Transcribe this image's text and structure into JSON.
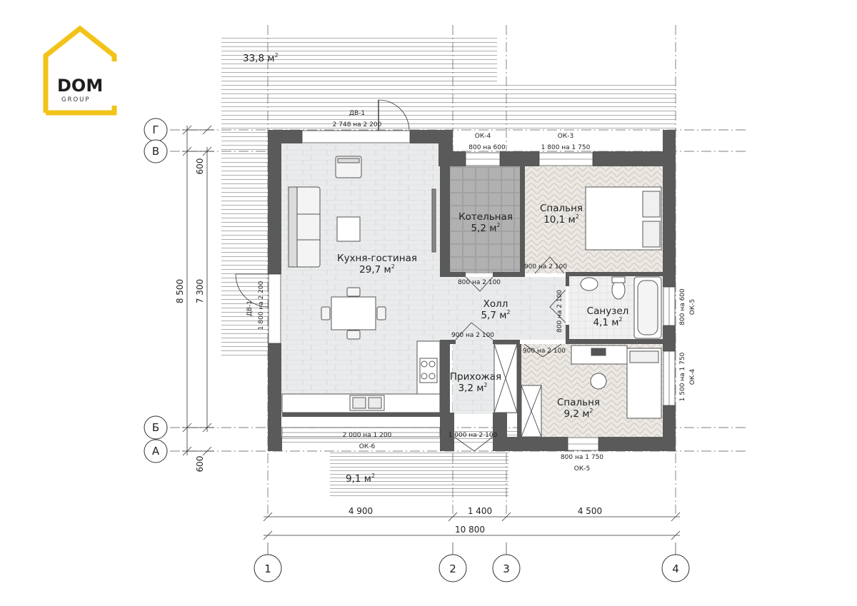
{
  "logo": {
    "brand": "DOM",
    "sub": "GROUP",
    "accent": "#f2c318"
  },
  "terraces": {
    "top_area": "33,8 м",
    "bottom_area": "9,1 м"
  },
  "area_unit_sup": "2",
  "rooms": {
    "kitchen": {
      "name": "Кухня-гостиная",
      "area": "29,7 м"
    },
    "boiler": {
      "name": "Котельная",
      "area": "5,2 м"
    },
    "bedroom1": {
      "name": "Спальня",
      "area": "10,1 м"
    },
    "hall": {
      "name": "Холл",
      "area": "5,7 м"
    },
    "bathroom": {
      "name": "Санузел",
      "area": "4,1 м"
    },
    "entry": {
      "name": "Прихожая",
      "area": "3,2 м"
    },
    "bedroom2": {
      "name": "Спальня",
      "area": "9,2 м"
    }
  },
  "openings": {
    "dv1_top_code": "ДВ-1",
    "dv1_top_size": "2 748 на 2 200",
    "dv1_left_code": "ДВ-1",
    "dv1_left_size": "1 800 на 2 200",
    "ok4_top_code": "ОК-4",
    "ok4_top_size": "800 на 600",
    "ok3_code": "ОК-3",
    "ok3_size": "1 800 на 1 750",
    "ok5_right_size": "800 на 600",
    "ok5_right_code": "ОК-5",
    "ok4_right_size": "1 500 на 1 750",
    "ok4_right_code": "ОК-4",
    "ok6_size": "2 000 на 1 200",
    "ok6_code": "ОК-6",
    "entry_door": "1 000 на 2 100",
    "ok5_bottom_size": "800 на 1 750",
    "ok5_bottom_code": "ОК-5",
    "d_boiler": "800 на 2 100",
    "d_bedroom1": "900 на 2 100",
    "d_bath": "800 на 2 100",
    "d_entry": "900 на 2 100",
    "d_bedroom2": "900 на 2 100"
  },
  "axes": {
    "rows": [
      "Г",
      "В",
      "Б",
      "А"
    ],
    "cols": [
      "1",
      "2",
      "3",
      "4"
    ]
  },
  "dimensions": {
    "vertical_total": "8 500",
    "vertical_inner": "7 300",
    "top_offset": "600",
    "bottom_offset": "600",
    "seg1": "4 900",
    "seg2": "1 400",
    "seg3": "4 500",
    "total": "10 800"
  }
}
